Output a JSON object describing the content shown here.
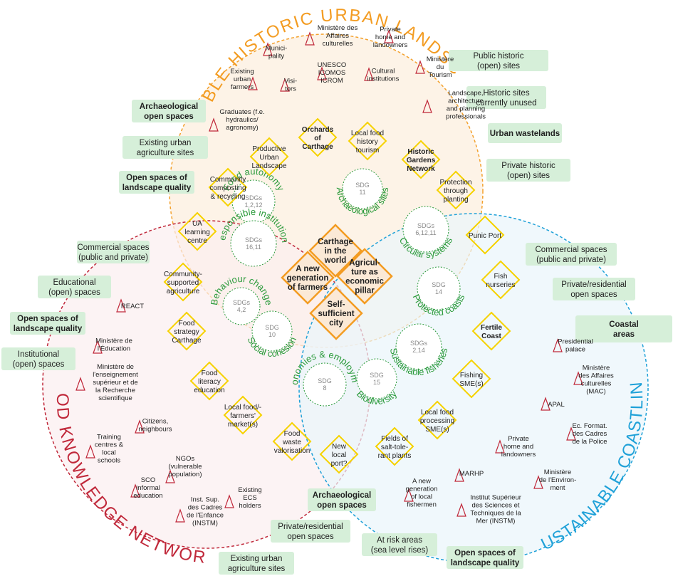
{
  "circles": {
    "edible_title": "EDIBLE HISTORIC URBAN LANDSCAPE",
    "food_title": "FOOD KNOWLEDGE NETWORKS",
    "coast_title": "SUSTAINABLE COASTLINE"
  },
  "colors": {
    "orange": "#f39c22",
    "red": "#c0283a",
    "blue": "#1fa1d8",
    "green_box": "#d6efd9",
    "diamond_yellow": "#f6d200",
    "sdg_green": "#2a9a3a"
  },
  "center": {
    "d1": [
      "Carthage",
      "in the",
      "world"
    ],
    "d2": [
      "A new",
      "generation",
      "of farmers"
    ],
    "d3": [
      "Agricul-",
      "ture as",
      "economic",
      "pillar"
    ],
    "d4": [
      "Self-",
      "sufficient",
      "city"
    ]
  },
  "green_boxes": {
    "g1": [
      "Public historic",
      "(open) sites"
    ],
    "g2": [
      "Historic sites",
      "currently unused"
    ],
    "g3": [
      "Urban wastelands"
    ],
    "g4": [
      "Private historic",
      "(open) sites"
    ],
    "g5": [
      "Archaeological",
      "open spaces"
    ],
    "g6": [
      "Existing urban",
      "agriculture sites"
    ],
    "g7": [
      "Open spaces of",
      "landscape quality"
    ],
    "g8": [
      "Commercial spaces",
      "(public and private)"
    ],
    "g9": [
      "Educational",
      "(open) spaces"
    ],
    "g10": [
      "Open spaces of",
      "landscape quality"
    ],
    "g11": [
      "Institutional",
      "(open) spaces"
    ],
    "g12": [
      "Commercial spaces",
      "(public and private)"
    ],
    "g13": [
      "Private/residential",
      "open spaces"
    ],
    "g14": [
      "Coastal",
      "areas"
    ],
    "g15": [
      "Archaeological",
      "open spaces"
    ],
    "g16": [
      "Private/residential",
      "open spaces"
    ],
    "g17": [
      "At risk areas",
      "(sea level rises)"
    ],
    "g18": [
      "Open spaces of",
      "landscape quality"
    ],
    "g19": [
      "Existing urban",
      "agriculture sites"
    ]
  },
  "diamonds": {
    "y1": [
      "Orchards",
      "of",
      "Carthage"
    ],
    "y2": [
      "Local food",
      "history",
      "tourism"
    ],
    "y3": [
      "Historic",
      "Gardens",
      "Network"
    ],
    "y4": [
      "Productive",
      "Urban",
      "Landscape"
    ],
    "y5": [
      "Community",
      "composting",
      "& recycling"
    ],
    "y6": [
      "Protection",
      "through",
      "planting"
    ],
    "y7": [
      "UA",
      "learning",
      "centre"
    ],
    "y8": [
      "Punic Port"
    ],
    "y9": [
      "Community-",
      "supported",
      "agriculture"
    ],
    "y10": [
      "Fish",
      "nurseries"
    ],
    "y11": [
      "Food",
      "strategy",
      "Carthage"
    ],
    "y12": [
      "Fertile",
      "Coast"
    ],
    "y13": [
      "Food",
      "literacy",
      "education"
    ],
    "y14": [
      "Fishing",
      "SME(s)"
    ],
    "y15": [
      "Local food/-",
      "farmers'",
      "market(s)"
    ],
    "y16": [
      "Local food",
      "processing",
      "SME(s)"
    ],
    "y17": [
      "Food",
      "waste",
      "valorisation"
    ],
    "y18": [
      "New",
      "local",
      "port?"
    ],
    "y19": [
      "Fields of",
      "salt-tole-",
      "rant plants"
    ]
  },
  "actors": {
    "a1": [
      "Ministère des",
      "Affaires",
      "culturelles"
    ],
    "a2": [
      "Private",
      "home and",
      "landowners"
    ],
    "a3": [
      "Munici-",
      "pality"
    ],
    "a4": [
      "Ministère",
      "du",
      "Tourism"
    ],
    "a5": [
      "UNESCO",
      "ICOMOS",
      "ICROM"
    ],
    "a6": [
      "Existing",
      "urban",
      "farmers"
    ],
    "a7": [
      "Visi-",
      "tors"
    ],
    "a8": [
      "Cultural",
      "institutions"
    ],
    "a9": [
      "Landscape,",
      "architecture",
      "and planning",
      "professionals"
    ],
    "a10": [
      "Graduates (f.e.",
      "hydraulics/",
      "agronomy)"
    ],
    "a11": [
      "REACT"
    ],
    "a12": [
      "Ministère de",
      "l'Éducation"
    ],
    "a13": [
      "Ministère de",
      "l'enseignement",
      "supérieur et de",
      "la Recherche",
      "scientifique"
    ],
    "a14": [
      "Citizens,",
      "neighbours"
    ],
    "a15": [
      "Training",
      "centres &",
      "local",
      "schools"
    ],
    "a16": [
      "NGOs",
      "(vulnerable",
      "population)"
    ],
    "a17": [
      "SCO",
      "informal",
      "education"
    ],
    "a18": [
      "Inst. Sup.",
      "des Cadres",
      "de l'Enfance",
      "(INSTM)"
    ],
    "a19": [
      "Existing",
      "ECS",
      "holders"
    ],
    "a20": [
      "Presidential",
      "palace"
    ],
    "a21": [
      "Ministère",
      "des Affaires",
      "culturelles",
      "(MAC)"
    ],
    "a22": [
      "APAL"
    ],
    "a23": [
      "Ec. Format.",
      "des Cadres",
      "de la Police"
    ],
    "a24": [
      "Private",
      "home and",
      "landowners"
    ],
    "a25": [
      "MARHP"
    ],
    "a26": [
      "Ministère",
      "de l'Environ-",
      "ment"
    ],
    "a27": [
      "A new",
      "generation",
      "of local",
      "fishermen"
    ],
    "a28": [
      "Institut Supérieur",
      "des Sciences et",
      "Techniques de la",
      "Mer (INSTM)"
    ]
  },
  "sdgs": {
    "s1": [
      "SDGs",
      "1,2,12"
    ],
    "s2": [
      "SDG",
      "11"
    ],
    "s3": [
      "SDGs",
      "16,11"
    ],
    "s4": [
      "SDGs",
      "6,12,11"
    ],
    "s5": [
      "SDG",
      "14"
    ],
    "s6": [
      "SDGs",
      "4,2"
    ],
    "s7": [
      "SDGs",
      "2,14"
    ],
    "s8": [
      "SDG",
      "10"
    ],
    "s9": [
      "SDG",
      "8"
    ],
    "s10": [
      "SDG",
      "15"
    ]
  },
  "arc_labels": {
    "s1": "Food autonomy",
    "s2": "Archaeological sites",
    "s3": "Responsible institutions",
    "s4": "Circular systems",
    "s5": "Protected coasts",
    "s6": "Behaviour change",
    "s7": "Sustainable fisheries",
    "s8": "Social cohesion",
    "s9": "Economies & employment",
    "s10": "Biodiversity"
  }
}
